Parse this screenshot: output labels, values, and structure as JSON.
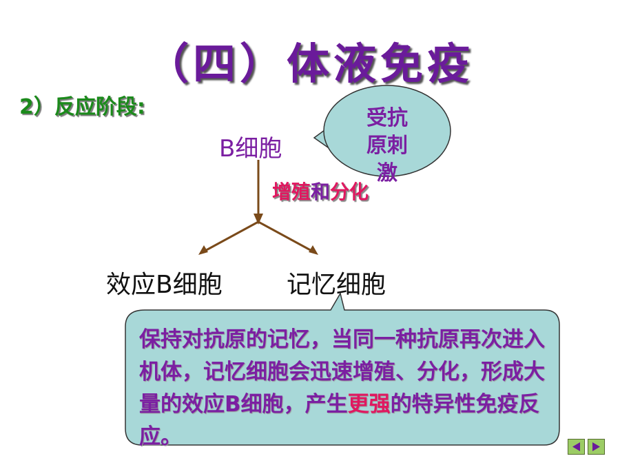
{
  "slide": {
    "title": "（四）体液免疫",
    "section_heading": "2）反应阶段:"
  },
  "diagram": {
    "source_cell": "B细胞",
    "stimulus_bubble": [
      "受抗",
      "原刺",
      "激"
    ],
    "process_label": {
      "part1": "增殖",
      "part2": "和",
      "part3": "分化"
    },
    "outputs": [
      "效应B细胞",
      "记忆细胞"
    ]
  },
  "note": {
    "text_before": "保持对抗原的记忆，当同一种抗原再次进入机体，记忆细胞会迅速增殖、分化，形成大量的效应B细胞，产生",
    "highlight": "更强",
    "text_after": "的特异性免疫反应。"
  },
  "navigation": {
    "prev_icon": "triangle-left-icon",
    "next_icon": "triangle-right-icon"
  },
  "colors": {
    "title": "#6a1b9a",
    "section": "#1b8a1b",
    "accent_purple": "#7b1fa2",
    "highlight_red": "#e01860",
    "bubble_fill": "#a8d8d8",
    "arrow": "#7a4a1a"
  }
}
